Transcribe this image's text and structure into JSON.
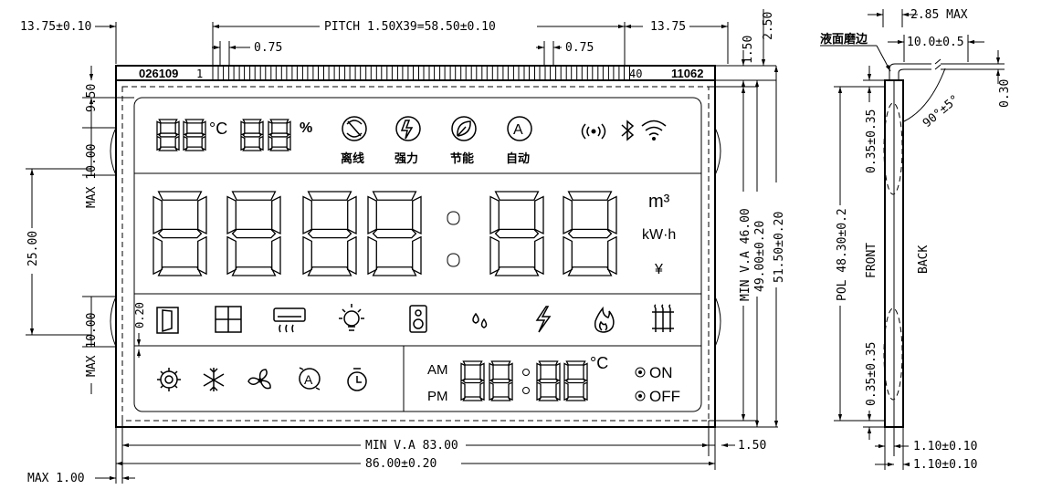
{
  "dims": {
    "top_left": "13.75±0.10",
    "pitch": "PITCH 1.50X39=58.50±0.10",
    "top_right": "13.75",
    "pin_w_left": "0.75",
    "pin_w_right": "0.75",
    "v_150": "1.50",
    "v_250": "2.50",
    "left_950": "9.50",
    "left_max1": "MAX 10.00",
    "left_2500": "25.00",
    "left_max2": "MAX 10.00",
    "left_020": "0.20",
    "right_va": "MIN V.A 46.00",
    "right_4900": "49.00±0.20",
    "right_5150": "51.50±0.20",
    "bottom_va": "MIN V.A 83.00",
    "bottom_150": "1.50",
    "bottom_8600": "86.00±0.20",
    "bottom_max": "MAX 1.00"
  },
  "lcd": {
    "code_left": "026109",
    "pin_first": "1",
    "pin_last": "40",
    "code_right": "11062",
    "unit_c": "°C",
    "unit_pct": "%",
    "mode_offline": "离线",
    "mode_strong": "强力",
    "mode_eco": "节能",
    "mode_auto": "自动",
    "auto_letter": "A",
    "unit_m3": "m³",
    "unit_kwh": "kW·h",
    "unit_yen": "¥",
    "am": "AM",
    "pm": "PM",
    "unit_c2": "°C",
    "on": "ON",
    "off": "OFF",
    "auto_letter2": "A"
  },
  "side": {
    "max_285": "2.85 MAX",
    "liquid_edge": "液面磨边",
    "w_100": "10.0±0.5",
    "t_030": "0.30",
    "angle": "90°±5°",
    "d_035_top": "0.35±0.35",
    "pol": "POL 48.30±0.2",
    "front": "FRONT",
    "back": "BACK",
    "d_035_bot": "0.35±0.35",
    "b_110a": "1.10±0.10",
    "b_110b": "1.10±0.10"
  }
}
